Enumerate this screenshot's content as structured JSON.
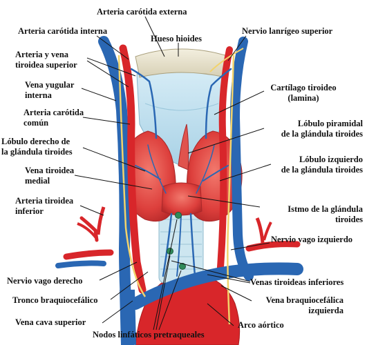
{
  "labels": {
    "arteria_carotida_externa": "Arteria carótida externa",
    "arteria_carotida_interna": "Arteria carótida interna",
    "hueso_hioides": "Hueso hioides",
    "nervio_laringeo_superior": "Nervio lanrígeo superior",
    "arteria_vena_tiroidea_superior": "Arteria y vena\ntiroidea superior",
    "vena_yugular_interna": "Vena yugular\ninterna",
    "cartilago_tiroideo": "Cartílago tiroideo\n(lamina)",
    "arteria_carotida_comun": "Arteria carótida\ncomún",
    "lobulo_piramidal": "Lóbulo piramidal\nde la glándula tiroides",
    "lobulo_derecho": "Lóbulo derecho de\nla glándula tiroides",
    "lobulo_izquierdo": "Lóbulo izquierdo\nde la glándula tiroides",
    "vena_tiroidea_medial": "Vena tiroidea\nmedial",
    "arteria_tiroidea_inferior": "Arteria tiroidea\ninferior",
    "istmo": "Istmo de la glándula\ntiroides",
    "nervio_vago_izquierdo": "Nervio vago izquierdo",
    "nervio_vago_derecho": "Nervio vago derecho",
    "venas_tiroideas_inferiores": "Venas tiroideas inferiores",
    "tronco_braquiocefalico": "Tronco braquiocefálico",
    "vena_braquiocefalica_izquierda": "Vena braquiocefálica\nizquierda",
    "vena_cava_superior": "Vena cava superior",
    "arco_aortico": "Arco aórtico",
    "nodos_linfaticos": "Nodos linfáticos pretraqueales"
  },
  "colors": {
    "artery": "#d8262a",
    "vein": "#2a67b3",
    "gland": "#e24a4a",
    "cartilage": "#bfe0ef",
    "bone": "#e8e2cc",
    "nerve": "#f2d36b",
    "lymph_node": "#2f8a5a"
  }
}
